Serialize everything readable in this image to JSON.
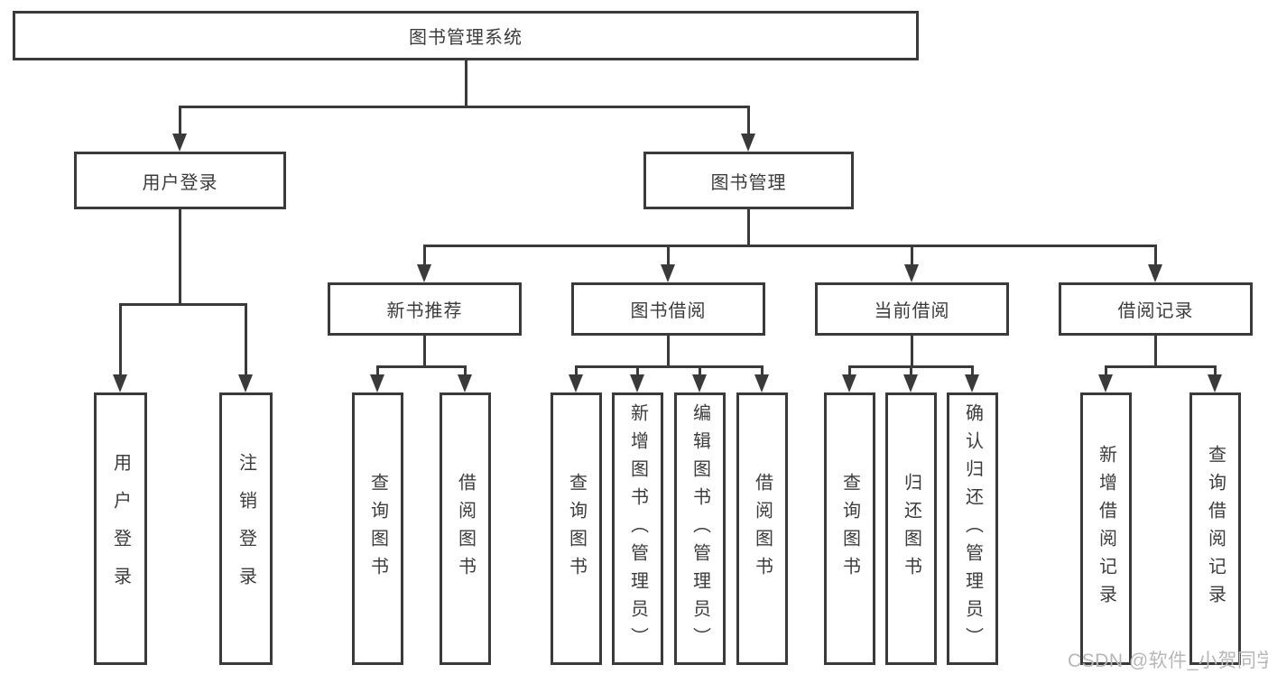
{
  "diagram_type": "hierarchy-tree",
  "nodes": {
    "root": "图书管理系统",
    "user_login": "用户登录",
    "book_mgmt": "图书管理",
    "new_book_rec": "新书推荐",
    "book_borrow": "图书借阅",
    "current_borrow": "当前借阅",
    "borrow_records": "借阅记录",
    "login_children": [
      "用户登录",
      "注销登录"
    ],
    "new_book_children": [
      "查询图书",
      "借阅图书"
    ],
    "borrow_children": [
      "查询图书",
      "新增图书（管理员）",
      "编辑图书（管理员）",
      "借阅图书"
    ],
    "current_children": [
      "查询图书",
      "归还图书",
      "确认归还（管理员）"
    ],
    "records_children": [
      "新增借阅记录",
      "查询借阅记录"
    ]
  },
  "watermark": "CSDN @软件_小贺同学",
  "colors": {
    "ink": "#3a3a3a",
    "background": "#ffffff",
    "watermark": "#b7b7b7"
  }
}
